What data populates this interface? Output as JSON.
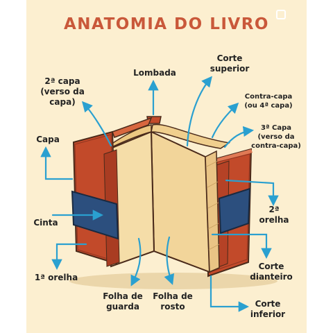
{
  "title": "ANATOMIA DO LIVRO",
  "colors": {
    "background": "#fcefd0",
    "title": "#c9583a",
    "arrow": "#2aa0d0",
    "cover_red": "#c24a2a",
    "band_blue": "#2c4f7e",
    "pages": "#f2d59a",
    "label_text": "#222222"
  },
  "labels": {
    "lombada": "Lombada",
    "corte_superior": "Corte\nsuperior",
    "segunda_capa": "2ª capa\n(verso da capa)",
    "contra_capa": "Contra-capa\n(ou 4ª capa)",
    "terceira_capa": "3ª Capa\n(verso da\ncontra-capa)",
    "capa": "Capa",
    "segunda_orelha": "2ª orelha",
    "cinta": "Cinta",
    "primeira_orelha": "1ª orelha",
    "corte_dianteiro": "Corte\ndianteiro",
    "folha_de_guarda": "Folha de\nguarda",
    "folha_de_rosto": "Folha de\nrosto",
    "corte_inferior": "Corte\ninferior"
  }
}
